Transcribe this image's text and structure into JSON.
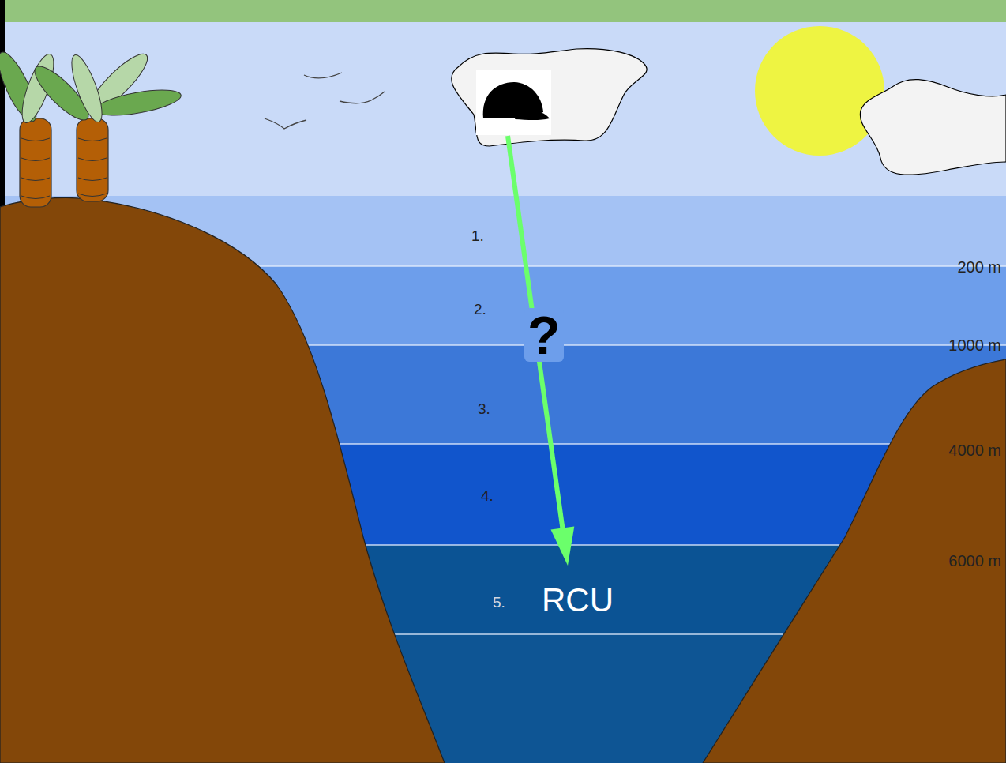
{
  "diagram": {
    "nodes": [
      {
        "text": [
          "1."
        ]
      },
      {
        "text": [
          "2."
        ]
      },
      {
        "text": [
          "3."
        ]
      },
      {
        "text": [
          "4."
        ]
      },
      {
        "text": [
          "5.",
          "RCU"
        ]
      }
    ],
    "labels": [
      "?",
      "200 m",
      "1000 m",
      "4000 m",
      "6000 m"
    ]
  }
}
